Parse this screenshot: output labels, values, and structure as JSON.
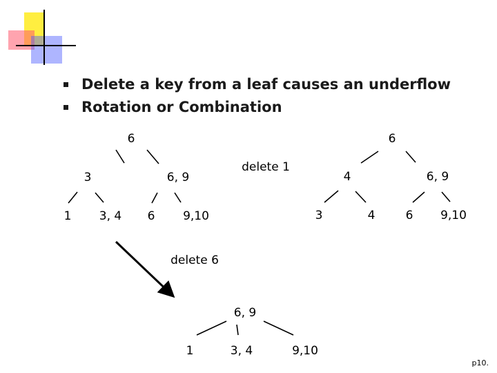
{
  "bullets": [
    "Delete a key from a leaf causes an underflow",
    "Rotation or Combination"
  ],
  "tree_left": {
    "root": "6",
    "internal_left": "3",
    "internal_right": "6, 9",
    "leaves": [
      "1",
      "3, 4",
      "6",
      "9,10"
    ]
  },
  "tree_right": {
    "root": "6",
    "internal_left": "4",
    "internal_right": "6, 9",
    "leaves": [
      "3",
      "4",
      "6",
      "9,10"
    ]
  },
  "tree_bottom": {
    "root": "6, 9",
    "leaves": [
      "1",
      "3, 4",
      "9,10"
    ]
  },
  "labels": {
    "delete_1": "delete 1",
    "delete_6": "delete 6"
  },
  "page_number": "p10."
}
